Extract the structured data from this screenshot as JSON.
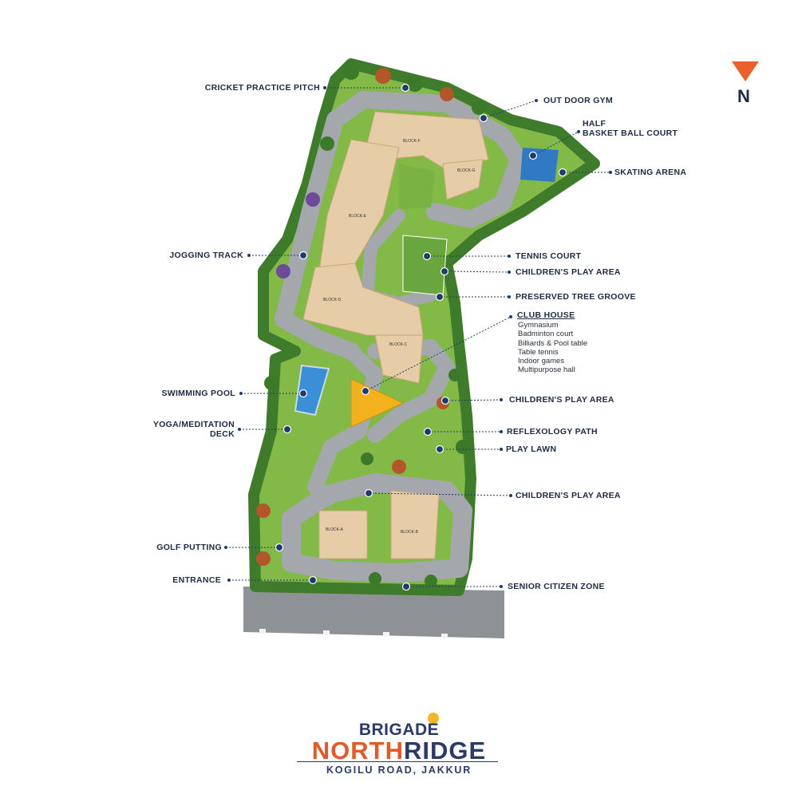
{
  "map": {
    "colors": {
      "grass": "#8cc24a",
      "tree_dark": "#3c7a2a",
      "tree_autumn": "#b5562a",
      "road": "#9a9ea3",
      "building": "#e8d3b6",
      "clubhouse": "#f3b21d",
      "pool": "#3a8fd6",
      "court_tennis": "#6fae45",
      "court_basket": "#2f7ac2",
      "marker": "#1f3b6b",
      "north_arrow": "#e8602c"
    },
    "north_label": "N",
    "blocks": [
      "BLOCK-F",
      "BLOCK-G",
      "BLOCK-E",
      "BLOCK-D",
      "BLOCK-C",
      "BLOCK-A",
      "BLOCK-B"
    ],
    "amenities": [
      {
        "id": "cricket",
        "label": "CRICKET PRACTICE PITCH"
      },
      {
        "id": "outdoor-gym",
        "label": "OUT DOOR GYM"
      },
      {
        "id": "basketball",
        "label": "HALF",
        "label2": "BASKET BALL COURT"
      },
      {
        "id": "skating",
        "label": "SKATING ARENA"
      },
      {
        "id": "jogging",
        "label": "JOGGING TRACK"
      },
      {
        "id": "tennis",
        "label": "TENNIS COURT"
      },
      {
        "id": "play1",
        "label": "CHILDREN'S PLAY AREA"
      },
      {
        "id": "tree-groove",
        "label": "PRESERVED TREE GROOVE"
      },
      {
        "id": "clubhouse",
        "label": "CLUB HOUSE",
        "items": [
          "Gymnasium",
          "Badminton court",
          "Billiards & Pool table",
          "Table tennis",
          "Indoor games",
          "Multipurpose hall"
        ]
      },
      {
        "id": "pool",
        "label": "SWIMMING POOL"
      },
      {
        "id": "play2",
        "label": "CHILDREN'S PLAY AREA"
      },
      {
        "id": "yoga",
        "label": "YOGA/MEDITATION",
        "label2": "DECK"
      },
      {
        "id": "reflexology",
        "label": "REFLEXOLOGY PATH"
      },
      {
        "id": "play-lawn",
        "label": "PLAY LAWN"
      },
      {
        "id": "play3",
        "label": "CHILDREN'S PLAY AREA"
      },
      {
        "id": "golf",
        "label": "GOLF PUTTING"
      },
      {
        "id": "entrance",
        "label": "ENTRANCE"
      },
      {
        "id": "senior",
        "label": "SENIOR CITIZEN ZONE"
      }
    ]
  },
  "brand": {
    "top": "BRIGADE",
    "main_part1": "NORTH",
    "main_part2": "RIDGE",
    "subtitle": "KOGILU ROAD, JAKKUR"
  }
}
